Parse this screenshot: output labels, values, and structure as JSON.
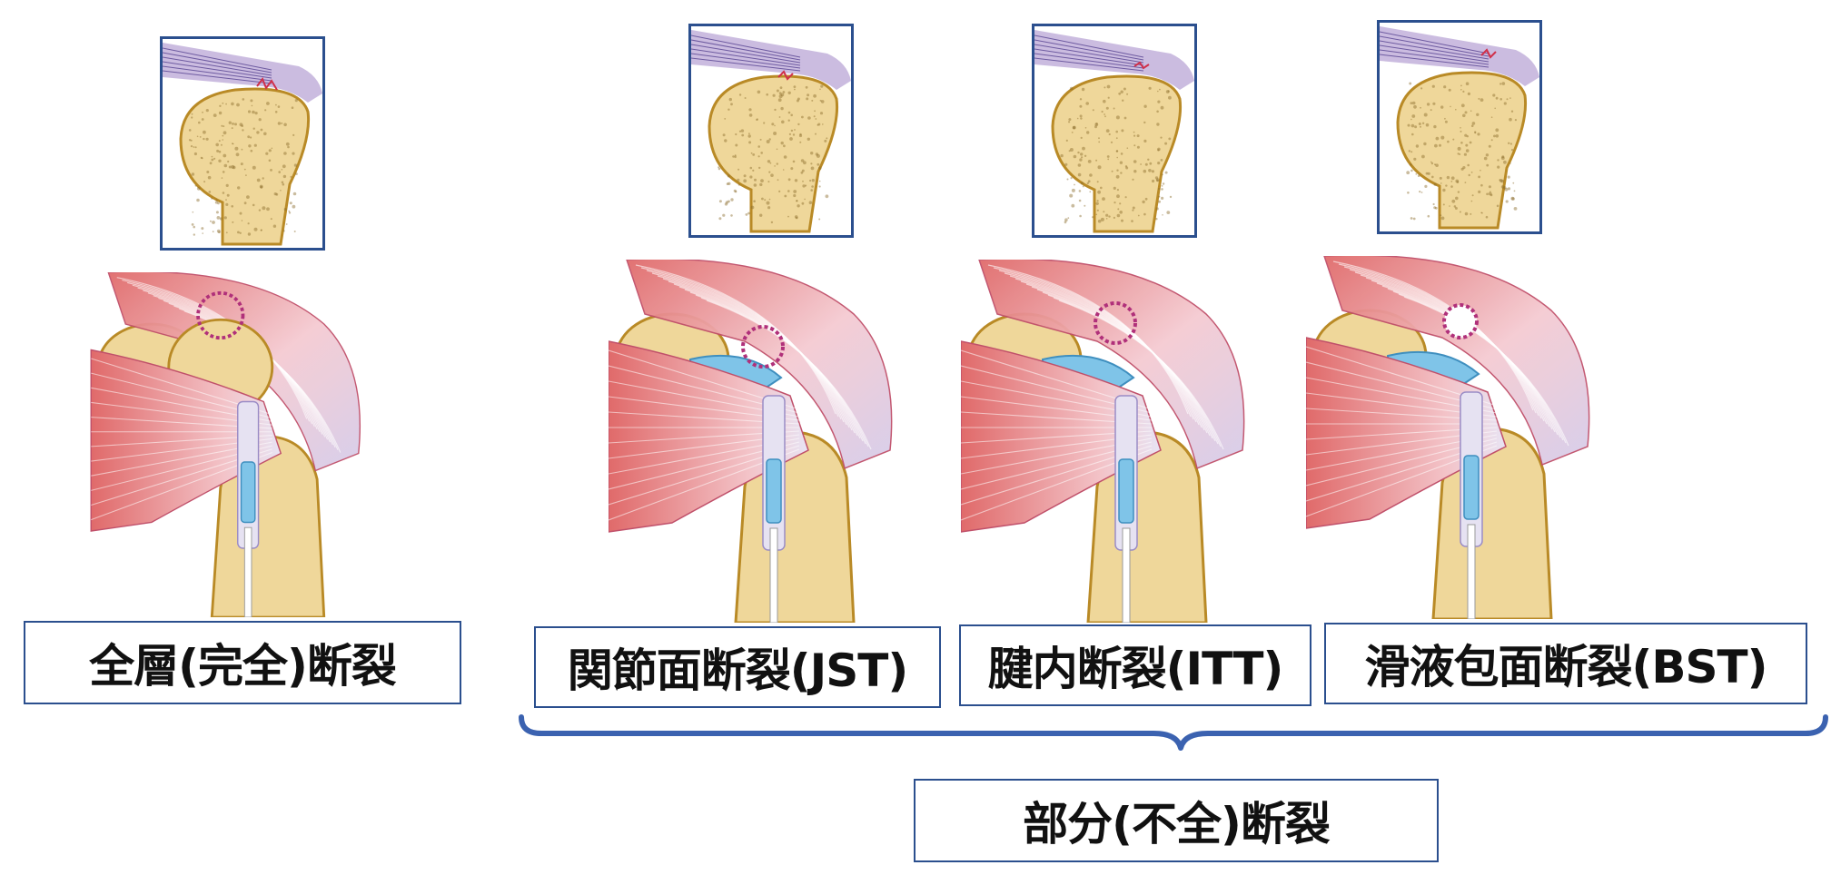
{
  "colors": {
    "frame": "#2b4f8e",
    "bone_fill": "#efd79a",
    "bone_edge": "#b98a26",
    "cartilage_blue": "#7fc4e8",
    "muscle_red": "#e06a6a",
    "tendon_violet": "#b9a6d6",
    "tear_magenta": "#b0307a"
  },
  "panels": [
    {
      "id": "full-thickness",
      "label": "全層(完全)断裂",
      "tear_type": "full"
    },
    {
      "id": "jst",
      "label": "関節面断裂(JST)",
      "tear_type": "articular"
    },
    {
      "id": "itt",
      "label": "腱内断裂(ITT)",
      "tear_type": "intratendinous"
    },
    {
      "id": "bst",
      "label": "滑液包面断裂(BST)",
      "tear_type": "bursal"
    }
  ],
  "group": {
    "label": "部分(不全)断裂"
  }
}
